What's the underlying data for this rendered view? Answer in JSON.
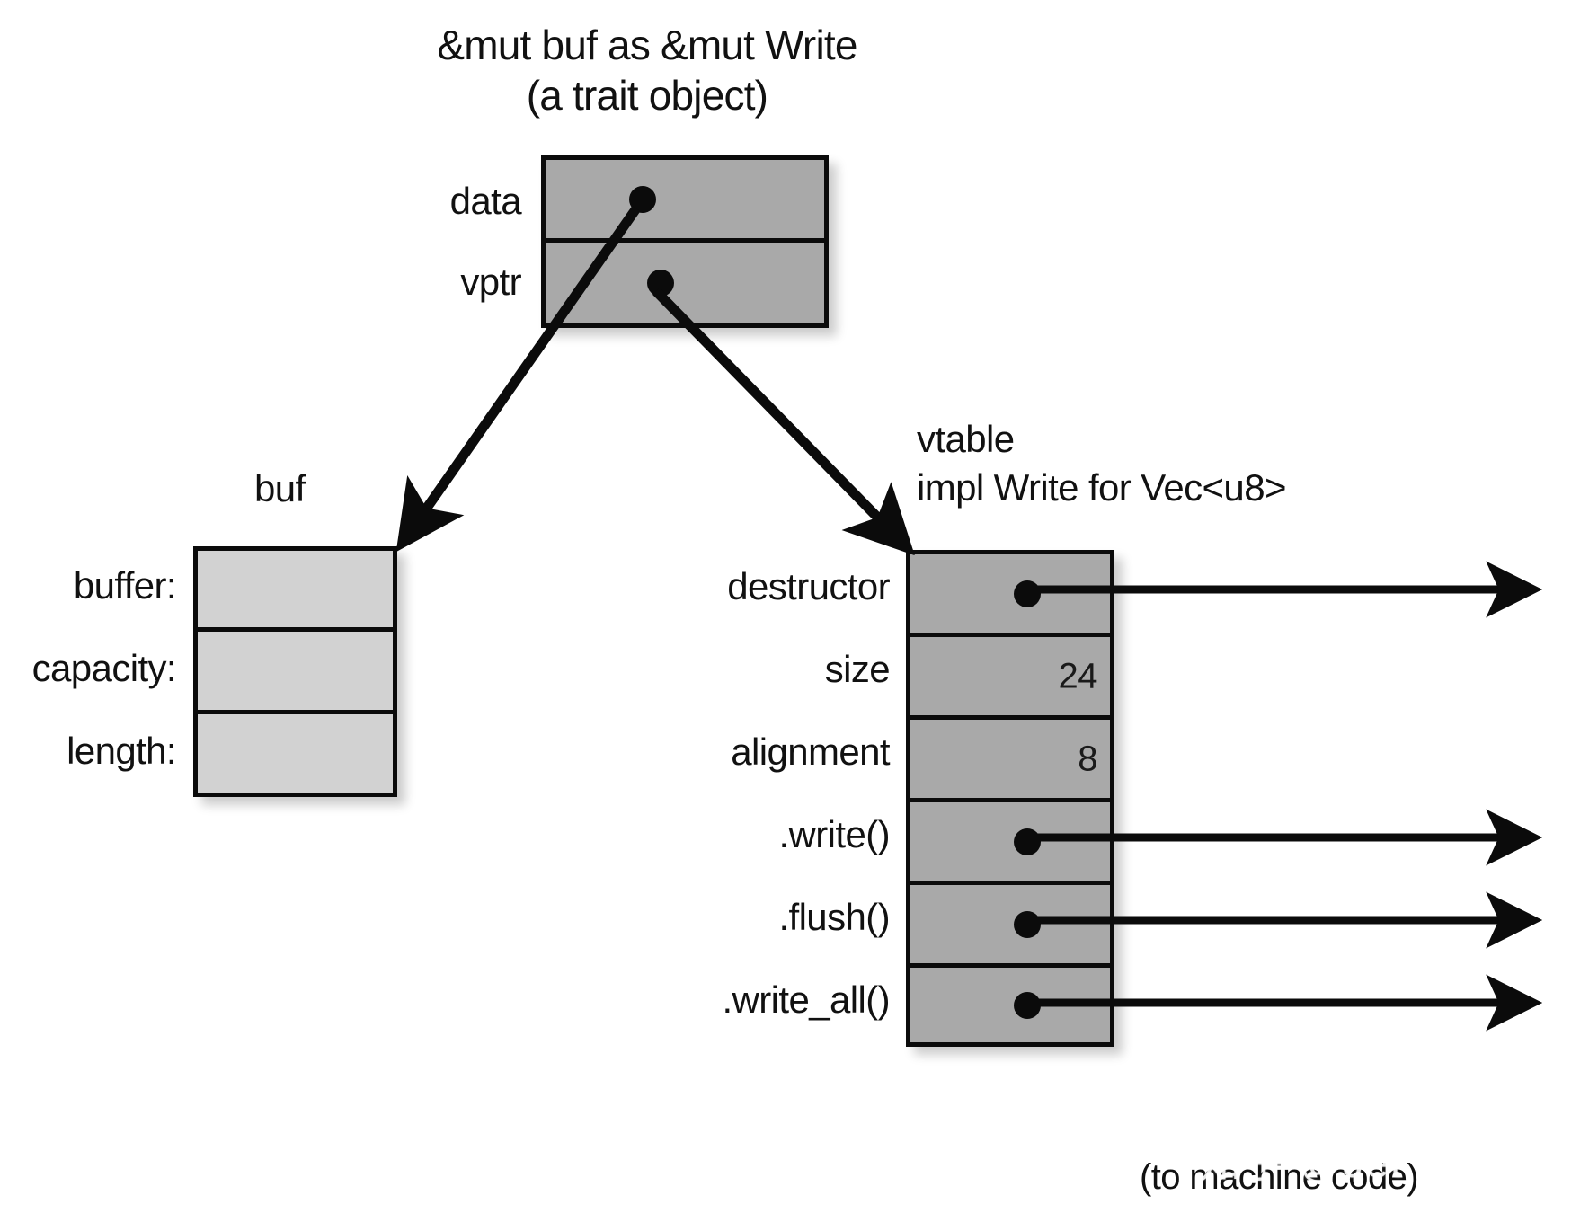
{
  "title": {
    "line1": "&mut buf as &mut Write",
    "line2": "(a trait object)"
  },
  "trait_object": {
    "name": "trait-object-box",
    "fill": "#a9a9a9",
    "rows": [
      {
        "label": "data",
        "value": "",
        "has_pointer": true
      },
      {
        "label": "vptr",
        "value": "",
        "has_pointer": true
      }
    ]
  },
  "buf": {
    "caption": "buf",
    "fill": "#d2d2d2",
    "rows": [
      {
        "label": "buffer:",
        "value": ""
      },
      {
        "label": "capacity:",
        "value": ""
      },
      {
        "label": "length:",
        "value": ""
      }
    ]
  },
  "vtable": {
    "caption_line1": "vtable",
    "caption_line2": "impl Write for Vec<u8>",
    "fill": "#a9a9a9",
    "rows": [
      {
        "label": "destructor",
        "value": "",
        "has_pointer": true
      },
      {
        "label": "size",
        "value": "24",
        "has_pointer": false
      },
      {
        "label": "alignment",
        "value": "8",
        "has_pointer": false
      },
      {
        "label": ".write()",
        "value": "",
        "has_pointer": true
      },
      {
        "label": ".flush()",
        "value": "",
        "has_pointer": true
      },
      {
        "label": ".write_all()",
        "value": "",
        "has_pointer": true
      }
    ]
  },
  "annotations": {
    "machine_code_note": "(to machine code)",
    "watermark": "知乎 @Jet He"
  },
  "colors": {
    "stroke": "#0b0b0b",
    "dark_fill": "#a9a9a9",
    "light_fill": "#d2d2d2",
    "background": "#ffffff",
    "text": "#111111"
  }
}
